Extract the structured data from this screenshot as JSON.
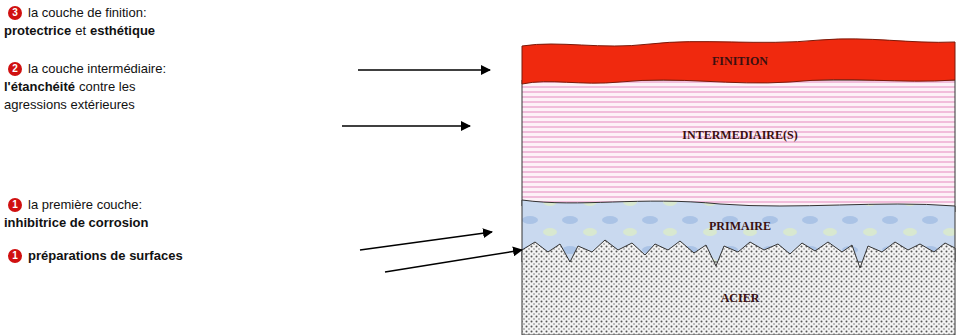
{
  "diagram": {
    "nodes": [
      {
        "text": [
          "FINITION"
        ]
      },
      {
        "text": [
          "INTERMEDIAIRE(S)"
        ]
      },
      {
        "text": [
          "PRIMAIRE"
        ]
      },
      {
        "text": [
          "ACIER"
        ]
      }
    ],
    "labels": [
      "3",
      "la couche de finition:",
      "protectrice",
      "et",
      "esthétique",
      "2",
      "la couche intermédiaire:",
      "l'étanchéité",
      "contre les",
      "agressions extérieures",
      "1",
      "la première couche:",
      "inhibitrice de corrosion",
      "1",
      "préparations de surfaces"
    ]
  }
}
